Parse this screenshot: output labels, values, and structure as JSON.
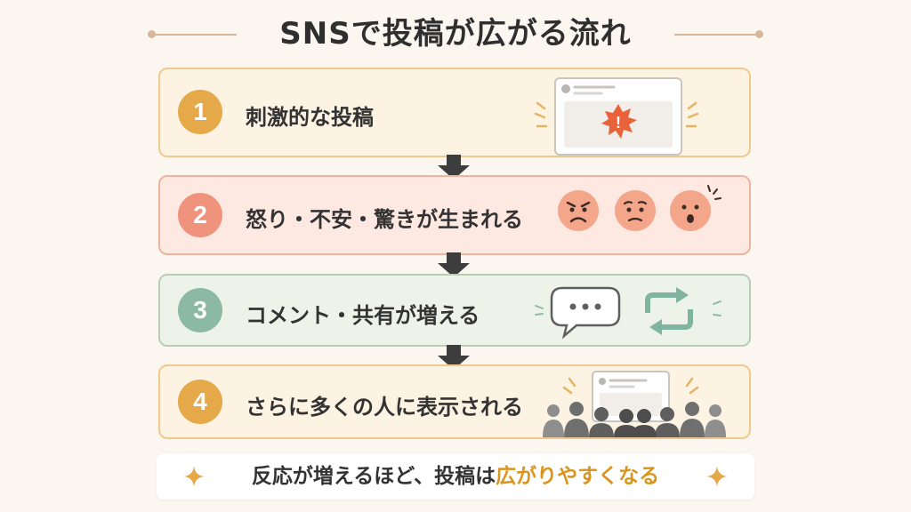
{
  "title": "SNSで投稿が広がる流れ",
  "steps": [
    {
      "number": "1",
      "label": "刺激的な投稿"
    },
    {
      "number": "2",
      "label": "怒り・不安・驚きが生まれる"
    },
    {
      "number": "3",
      "label": "コメント・共有が増える"
    },
    {
      "number": "4",
      "label": "さらに多くの人に表示される"
    }
  ],
  "conclusion": {
    "prefix": "反応が増えるほど、投稿は",
    "highlight": "広がりやすくなる"
  },
  "colors": {
    "step1": "#e6a94a",
    "step2": "#ef937d",
    "step3": "#8cb9a4",
    "step4": "#e6a94a",
    "arrow": "#3d3d3d",
    "highlight": "#d9951e",
    "alert": "#e8633a"
  },
  "icons": {
    "step1": "post-alert-icon",
    "step2": [
      "angry-face-icon",
      "worried-face-icon",
      "surprised-face-icon"
    ],
    "step3": [
      "comment-bubble-icon",
      "share-repeat-icon"
    ],
    "step4": "audience-icon"
  }
}
